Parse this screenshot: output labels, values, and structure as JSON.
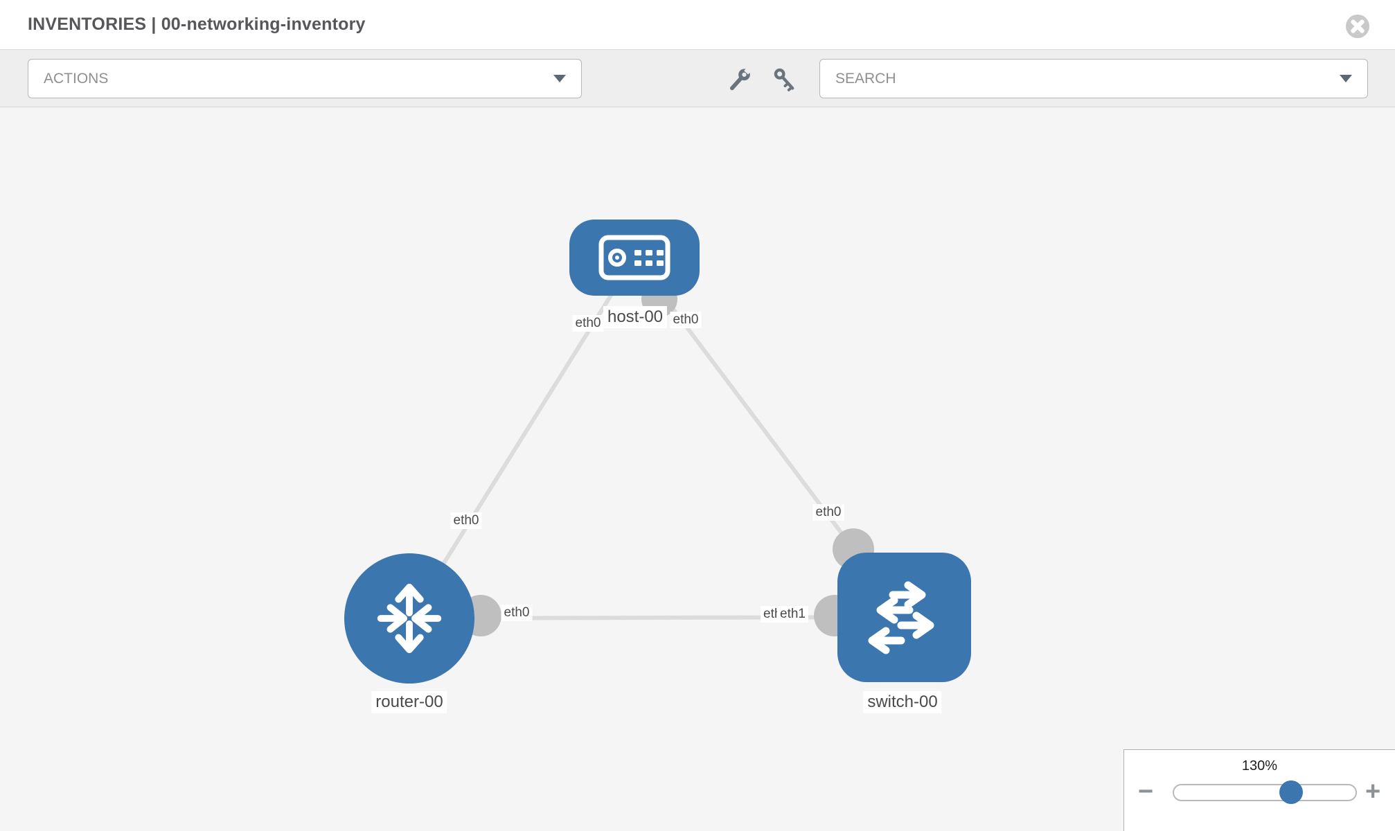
{
  "header": {
    "title": "INVENTORIES | 00-networking-inventory"
  },
  "toolbar": {
    "actions_label": "ACTIONS",
    "search_label": "SEARCH"
  },
  "topology": {
    "nodes": [
      {
        "type": "host",
        "label": "host-00"
      },
      {
        "type": "router",
        "label": "router-00"
      },
      {
        "type": "switch",
        "label": "switch-00"
      }
    ],
    "links": [
      {
        "from": "host-00",
        "to": "router-00",
        "from_interface": "eth0",
        "to_interface": "eth0"
      },
      {
        "from": "host-00",
        "to": "switch-00",
        "from_interface": "eth0",
        "to_interface": "eth0"
      },
      {
        "from": "router-00",
        "to": "switch-00",
        "from_interface": "eth0",
        "to_interface": "eth1"
      }
    ]
  },
  "zoom_control": {
    "level": "130%",
    "minus_label": "−",
    "plus_label": "+"
  },
  "colors": {
    "node_blue": "#3b76af",
    "link_gray": "#dcdcdc",
    "interface_gray": "#bfbfbf",
    "canvas_bg": "#f5f5f5",
    "toolbar_bg": "#eeeeee"
  }
}
